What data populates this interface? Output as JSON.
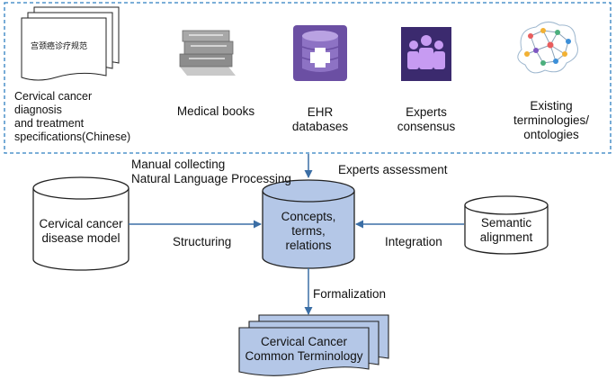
{
  "sources": {
    "specs_doc_text": "宫颈癌诊疗规范",
    "specs_label": [
      "Cervical cancer",
      "diagnosis",
      "and treatment",
      "specifications(Chinese)"
    ],
    "books_label": "Medical books",
    "ehr_label": [
      "EHR",
      "databases"
    ],
    "experts_label": [
      "Experts",
      "consensus"
    ],
    "ontology_label": [
      "Existing",
      "terminologies/",
      "ontologies"
    ]
  },
  "process": {
    "manual_collecting": "Manual collecting",
    "nlp": "Natural Language Processing",
    "experts_assessment": "Experts assessment",
    "structuring": "Structuring",
    "integration": "Integration",
    "formalization": "Formalization"
  },
  "nodes": {
    "disease_model": [
      "Cervical cancer",
      "disease model"
    ],
    "concepts": [
      "Concepts,",
      "terms,",
      "relations"
    ],
    "semantic_alignment": [
      "Semantic",
      "alignment"
    ],
    "terminology": [
      "Cervical Cancer",
      "Common Terminology"
    ]
  },
  "colors": {
    "dashed_border": "#2f7fc1",
    "arrow": "#3b6ea5",
    "db_fill": "#b4c7e7",
    "ehr_icon": "#6b4fa3",
    "experts_icon_bg": "#3b2a6e",
    "experts_icon_fg": "#c79bf2"
  }
}
